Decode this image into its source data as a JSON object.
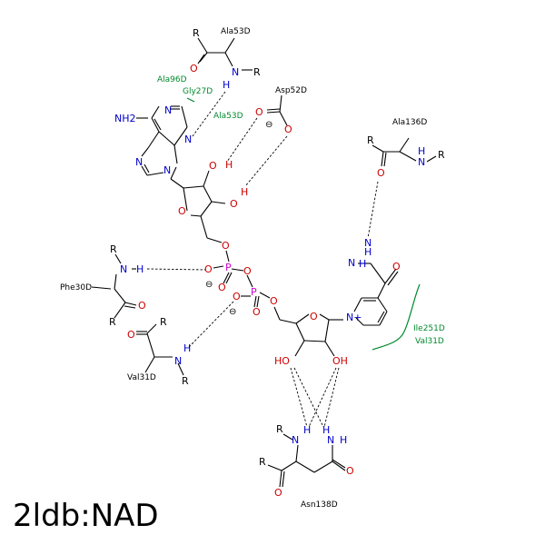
{
  "title": "2ldb:NAD",
  "residues": {
    "ala53_top": "Ala53D",
    "asp52": "Asp52D",
    "ala136": "Ala136D",
    "phe30": "Phe30D",
    "val31": "Val31D",
    "asn138": "Asn138D"
  },
  "hydrophobic": {
    "ala96": "Ala96D",
    "gly27": "Gly27D",
    "ala53": "Ala53D",
    "ile251": "Ile251D",
    "val31": "Val31D"
  },
  "atoms": {
    "R": "R",
    "N": "N",
    "H": "H",
    "O": "O",
    "OH": "OH",
    "HO": "HO",
    "P": "P",
    "NH2": "NH2",
    "Nplus": "N+",
    "minus": "⊖"
  }
}
